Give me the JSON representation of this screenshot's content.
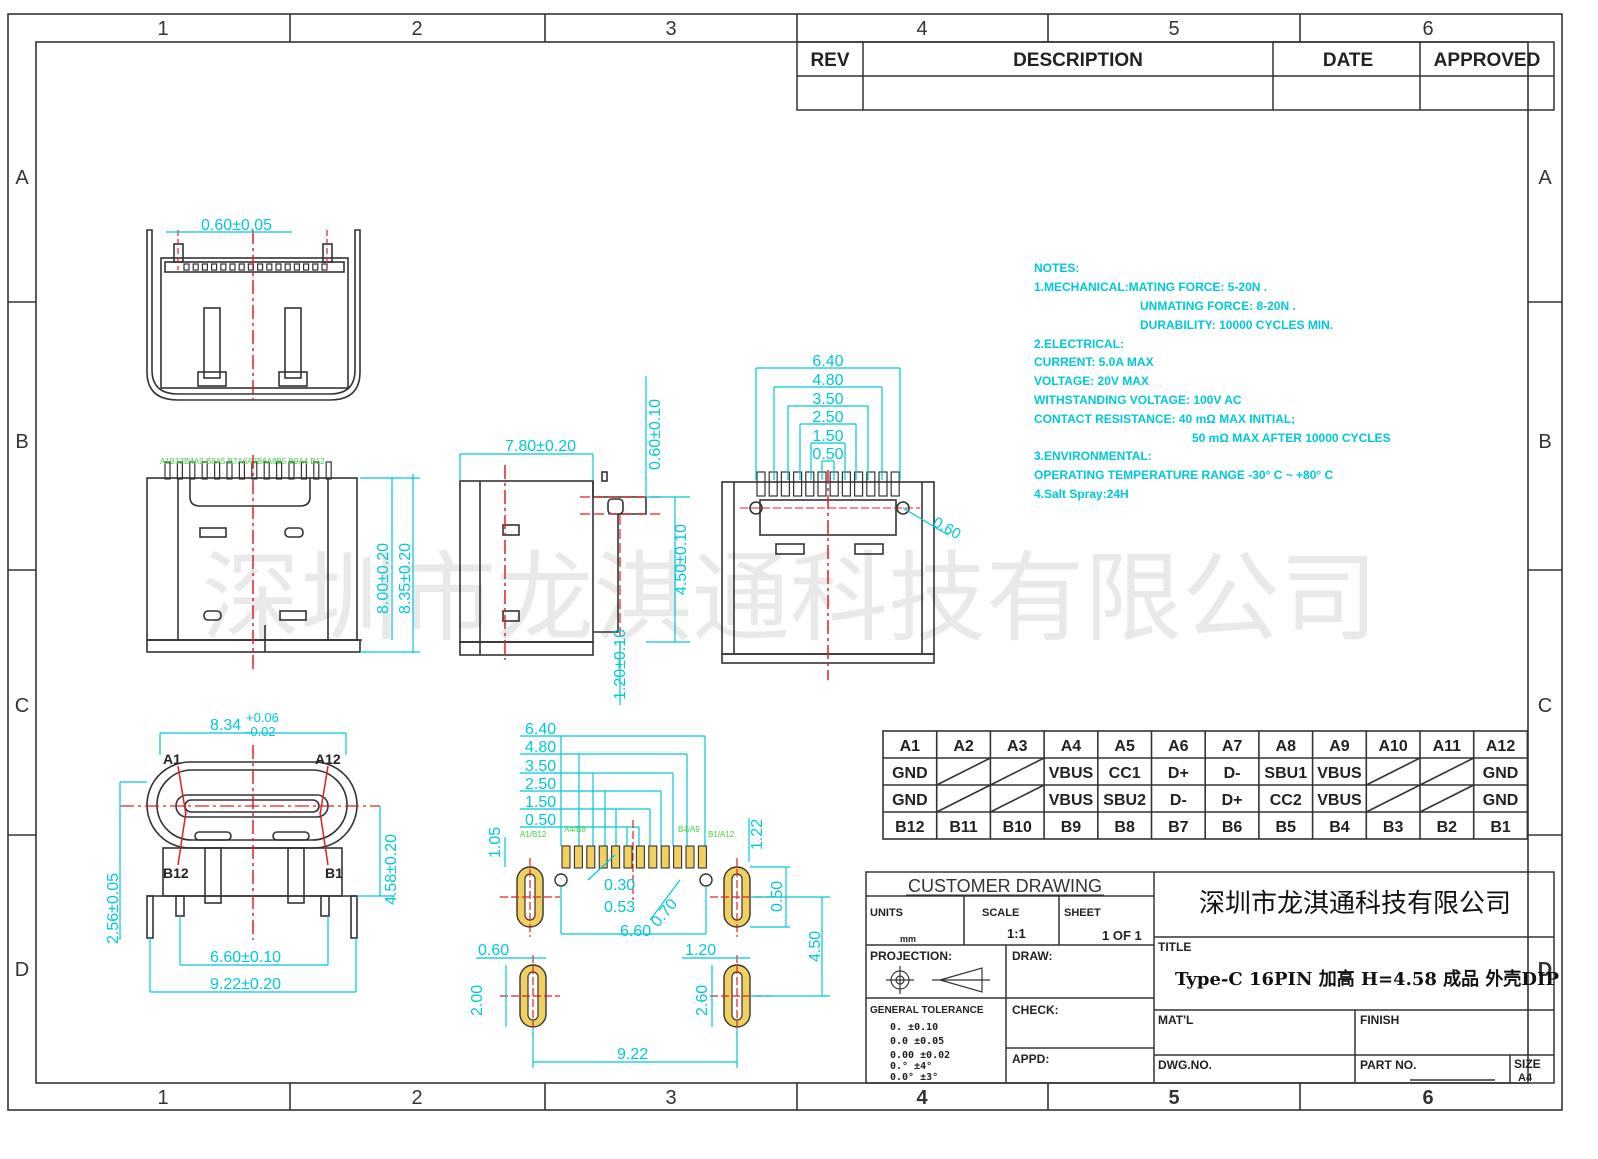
{
  "frame": {
    "columns": [
      "1",
      "2",
      "3",
      "4",
      "5",
      "6"
    ],
    "rows": [
      "A",
      "B",
      "C",
      "D"
    ]
  },
  "revision_block": {
    "headers": [
      "REV",
      "DESCRIPTION",
      "DATE",
      "APPROVED"
    ]
  },
  "watermark": "深圳市龙淇通科技有限公司",
  "notes": [
    "NOTES:",
    "1.MECHANICAL:MATING FORCE: 5-20N .",
    "UNMATING FORCE: 8-20N .",
    "DURABILITY: 10000 CYCLES MIN.",
    "2.ELECTRICAL:",
    "CURRENT: 5.0A MAX",
    "VOLTAGE: 20V MAX",
    "WITHSTANDING VOLTAGE: 100V AC",
    "CONTACT RESISTANCE: 40 mΩ MAX INITIAL;",
    "50 mΩ MAX AFTER 10000 CYCLES",
    "3.ENVIRONMENTAL:",
    "OPERATING TEMPERATURE RANGE -30° C ~ +80° C",
    "4.Salt Spray:24H"
  ],
  "pin_table": {
    "rows": [
      [
        "A1",
        "A2",
        "A3",
        "A4",
        "A5",
        "A6",
        "A7",
        "A8",
        "A9",
        "A10",
        "A11",
        "A12"
      ],
      [
        "GND",
        "/",
        "/",
        "VBUS",
        "CC1",
        "D+",
        "D-",
        "SBU1",
        "VBUS",
        "/",
        "/",
        "GND"
      ],
      [
        "GND",
        "/",
        "/",
        "VBUS",
        "SBU2",
        "D-",
        "D+",
        "CC2",
        "VBUS",
        "/",
        "/",
        "GND"
      ],
      [
        "B12",
        "B11",
        "B10",
        "B9",
        "B8",
        "B7",
        "B6",
        "B5",
        "B4",
        "B3",
        "B2",
        "B1"
      ]
    ]
  },
  "title_block": {
    "customer_drawing": "CUSTOMER DRAWING",
    "company": "深圳市龙淇通科技有限公司",
    "units_label": "UNITS",
    "units_value": "mm",
    "scale_label": "SCALE",
    "scale_value": "1:1",
    "sheet_label": "SHEET",
    "sheet_value": "1 OF 1",
    "projection_label": "PROJECTION:",
    "draw_label": "DRAW:",
    "check_label": "CHECK:",
    "appd_label": "APPD:",
    "tolerance_title": "GENERAL TOLERANCE",
    "tolerances": [
      "0.   ±0.10",
      "0.0  ±0.05",
      "0.00 ±0.02",
      "0.°  ±4°",
      "0.0° ±3°"
    ],
    "title_label": "TITLE",
    "title_value": "Type-C 16PIN 加高 H=4.58 成品 外壳DIP",
    "matl_label": "MAT'L",
    "finish_label": "FINISH",
    "dwg_label": "DWG.NO.",
    "part_label": "PART NO.",
    "size_label": "SIZE",
    "size_value": "A4"
  },
  "dimensions": {
    "top_view_pitch": "0.60±0.05",
    "front_width": "7.80±0.20",
    "pin_offset_top": "0.60±0.10",
    "body_height": "4.50±0.10",
    "pin_len": "1.20±0.10",
    "height_8_00": "8.00±0.20",
    "height_8_35": "8.35±0.20",
    "hole_dia": "0.60",
    "span_labels": [
      "6.40",
      "4.80",
      "3.50",
      "2.50",
      "1.50",
      "0.50"
    ],
    "pin_label_top": "A1B12B4A9 B8A5 B7A6A7B6A8B5 B9A4 B12",
    "width_8_34": "8.34",
    "width_8_34_plus": "+0.06",
    "width_8_34_minus": "-0.02",
    "label_a1": "A1",
    "label_a12": "A12",
    "label_b12": "B12",
    "label_b1": "B1",
    "dim_2_56": "2.56±0.05",
    "dim_4_58": "4.58±0.20",
    "dim_6_60": "6.60±0.10",
    "dim_9_22": "9.22±0.20",
    "fp_spans": [
      "6.40",
      "4.80",
      "3.50",
      "2.50",
      "1.50",
      "0.50"
    ],
    "fp_1_05": "1.05",
    "fp_1_22": "1.22",
    "fp_0_30": "0.30",
    "fp_0_53": "0.53",
    "fp_6_60": "6.60",
    "fp_0_70": "0.70",
    "fp_0_60": "0.60",
    "fp_1_20": "1.20",
    "fp_0_50": "0.50",
    "fp_4_50": "4.50",
    "fp_2_00": "2.00",
    "fp_2_60": "2.60",
    "fp_9_22": "9.22",
    "fp_pin_labels": [
      "A1/B12",
      "A4/B9",
      "B4/A9",
      "B1/A12"
    ]
  },
  "colors": {
    "dim": "#00c8d8",
    "centerline": "#e02020",
    "pin_label": "#40d040",
    "body": "#333333",
    "pad_fill": "#f2d060"
  }
}
